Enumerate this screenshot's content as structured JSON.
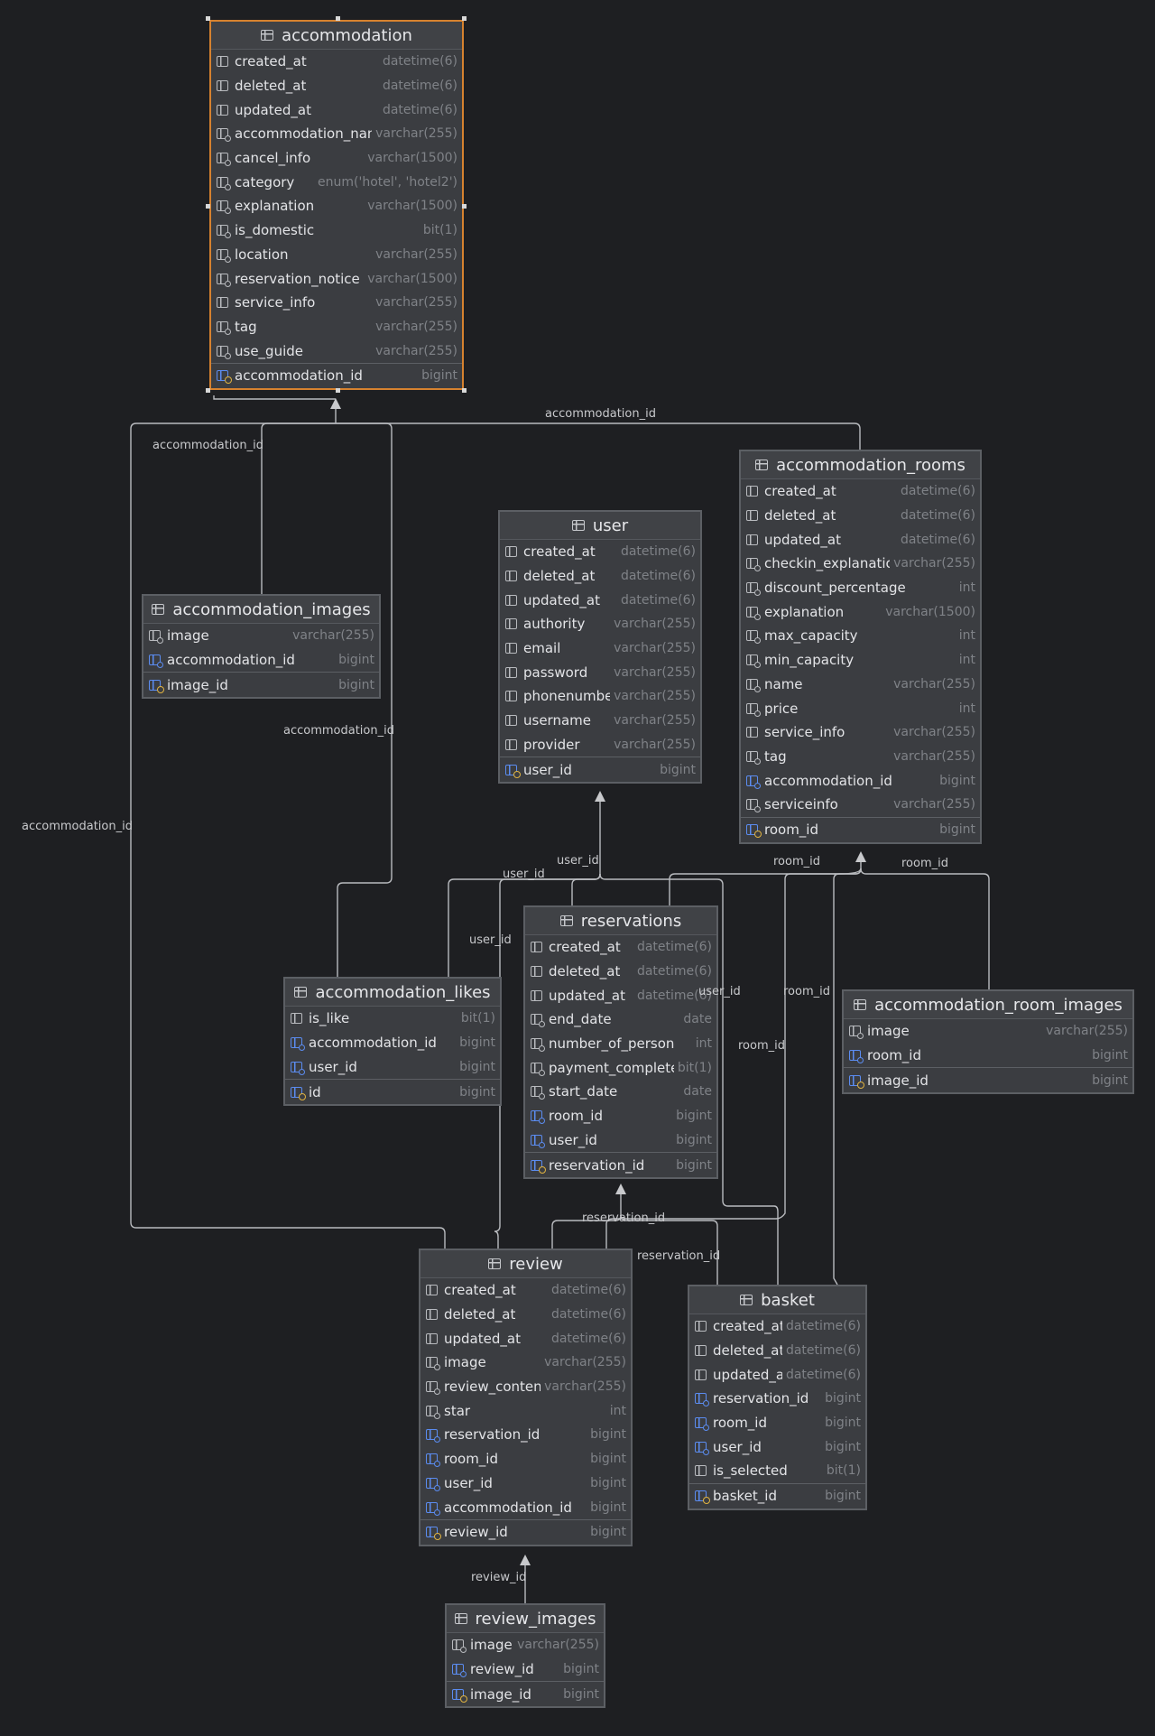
{
  "diagram": {
    "colors": {
      "background": "#1e1f22",
      "selected_border": "#d6822f",
      "fk_icon": "#5b8cf0",
      "pk_key": "#e0b341"
    },
    "tables": [
      {
        "id": "accommodation",
        "title": "accommodation",
        "selected": true,
        "columns": [
          {
            "name": "created_at",
            "type": "datetime(6)",
            "kind": "col"
          },
          {
            "name": "deleted_at",
            "type": "datetime(6)",
            "kind": "col"
          },
          {
            "name": "updated_at",
            "type": "datetime(6)",
            "kind": "col"
          },
          {
            "name": "accommodation_nam",
            "type": "varchar(255)",
            "kind": "idx"
          },
          {
            "name": "cancel_info",
            "type": "varchar(1500)",
            "kind": "idx"
          },
          {
            "name": "category",
            "type": "enum('hotel', 'hotel2')",
            "kind": "idx"
          },
          {
            "name": "explanation",
            "type": "varchar(1500)",
            "kind": "idx"
          },
          {
            "name": "is_domestic",
            "type": "bit(1)",
            "kind": "idx"
          },
          {
            "name": "location",
            "type": "varchar(255)",
            "kind": "idx"
          },
          {
            "name": "reservation_notice",
            "type": "varchar(1500)",
            "kind": "idx"
          },
          {
            "name": "service_info",
            "type": "varchar(255)",
            "kind": "col"
          },
          {
            "name": "tag",
            "type": "varchar(255)",
            "kind": "idx"
          },
          {
            "name": "use_guide",
            "type": "varchar(255)",
            "kind": "idx"
          }
        ],
        "pk": {
          "name": "accommodation_id",
          "type": "bigint"
        }
      },
      {
        "id": "accommodation_images",
        "title": "accommodation_images",
        "selected": false,
        "columns": [
          {
            "name": "image",
            "type": "varchar(255)",
            "kind": "idx"
          },
          {
            "name": "accommodation_id",
            "type": "bigint",
            "kind": "fk"
          }
        ],
        "pk": {
          "name": "image_id",
          "type": "bigint"
        }
      },
      {
        "id": "user",
        "title": "user",
        "selected": false,
        "columns": [
          {
            "name": "created_at",
            "type": "datetime(6)",
            "kind": "col"
          },
          {
            "name": "deleted_at",
            "type": "datetime(6)",
            "kind": "col"
          },
          {
            "name": "updated_at",
            "type": "datetime(6)",
            "kind": "col"
          },
          {
            "name": "authority",
            "type": "varchar(255)",
            "kind": "col"
          },
          {
            "name": "email",
            "type": "varchar(255)",
            "kind": "col"
          },
          {
            "name": "password",
            "type": "varchar(255)",
            "kind": "col"
          },
          {
            "name": "phonenumber",
            "type": "varchar(255)",
            "kind": "col"
          },
          {
            "name": "username",
            "type": "varchar(255)",
            "kind": "col"
          },
          {
            "name": "provider",
            "type": "varchar(255)",
            "kind": "col"
          }
        ],
        "pk": {
          "name": "user_id",
          "type": "bigint"
        }
      },
      {
        "id": "accommodation_rooms",
        "title": "accommodation_rooms",
        "selected": false,
        "columns": [
          {
            "name": "created_at",
            "type": "datetime(6)",
            "kind": "col"
          },
          {
            "name": "deleted_at",
            "type": "datetime(6)",
            "kind": "col"
          },
          {
            "name": "updated_at",
            "type": "datetime(6)",
            "kind": "col"
          },
          {
            "name": "checkin_explanation",
            "type": "varchar(255)",
            "kind": "idx"
          },
          {
            "name": "discount_percentage",
            "type": "int",
            "kind": "idx"
          },
          {
            "name": "explanation",
            "type": "varchar(1500)",
            "kind": "idx"
          },
          {
            "name": "max_capacity",
            "type": "int",
            "kind": "idx"
          },
          {
            "name": "min_capacity",
            "type": "int",
            "kind": "idx"
          },
          {
            "name": "name",
            "type": "varchar(255)",
            "kind": "idx"
          },
          {
            "name": "price",
            "type": "int",
            "kind": "idx"
          },
          {
            "name": "service_info",
            "type": "varchar(255)",
            "kind": "col"
          },
          {
            "name": "tag",
            "type": "varchar(255)",
            "kind": "idx"
          },
          {
            "name": "accommodation_id",
            "type": "bigint",
            "kind": "fk"
          },
          {
            "name": "serviceinfo",
            "type": "varchar(255)",
            "kind": "idx"
          }
        ],
        "pk": {
          "name": "room_id",
          "type": "bigint"
        }
      },
      {
        "id": "reservations",
        "title": "reservations",
        "selected": false,
        "columns": [
          {
            "name": "created_at",
            "type": "datetime(6)",
            "kind": "col"
          },
          {
            "name": "deleted_at",
            "type": "datetime(6)",
            "kind": "col"
          },
          {
            "name": "updated_at",
            "type": "datetime(6)",
            "kind": "col"
          },
          {
            "name": "end_date",
            "type": "date",
            "kind": "idx"
          },
          {
            "name": "number_of_person",
            "type": "int",
            "kind": "idx"
          },
          {
            "name": "payment_completed",
            "type": "bit(1)",
            "kind": "idx"
          },
          {
            "name": "start_date",
            "type": "date",
            "kind": "idx"
          },
          {
            "name": "room_id",
            "type": "bigint",
            "kind": "fk"
          },
          {
            "name": "user_id",
            "type": "bigint",
            "kind": "fk"
          }
        ],
        "pk": {
          "name": "reservation_id",
          "type": "bigint"
        }
      },
      {
        "id": "accommodation_likes",
        "title": "accommodation_likes",
        "selected": false,
        "columns": [
          {
            "name": "is_like",
            "type": "bit(1)",
            "kind": "col"
          },
          {
            "name": "accommodation_id",
            "type": "bigint",
            "kind": "fk"
          },
          {
            "name": "user_id",
            "type": "bigint",
            "kind": "fk"
          }
        ],
        "pk": {
          "name": "id",
          "type": "bigint"
        }
      },
      {
        "id": "accommodation_room_images",
        "title": "accommodation_room_images",
        "selected": false,
        "columns": [
          {
            "name": "image",
            "type": "varchar(255)",
            "kind": "idx"
          },
          {
            "name": "room_id",
            "type": "bigint",
            "kind": "fk"
          }
        ],
        "pk": {
          "name": "image_id",
          "type": "bigint"
        }
      },
      {
        "id": "review",
        "title": "review",
        "selected": false,
        "columns": [
          {
            "name": "created_at",
            "type": "datetime(6)",
            "kind": "col"
          },
          {
            "name": "deleted_at",
            "type": "datetime(6)",
            "kind": "col"
          },
          {
            "name": "updated_at",
            "type": "datetime(6)",
            "kind": "col"
          },
          {
            "name": "image",
            "type": "varchar(255)",
            "kind": "idx"
          },
          {
            "name": "review_content",
            "type": "varchar(255)",
            "kind": "idx"
          },
          {
            "name": "star",
            "type": "int",
            "kind": "idx"
          },
          {
            "name": "reservation_id",
            "type": "bigint",
            "kind": "fk"
          },
          {
            "name": "room_id",
            "type": "bigint",
            "kind": "fk"
          },
          {
            "name": "user_id",
            "type": "bigint",
            "kind": "fk"
          },
          {
            "name": "accommodation_id",
            "type": "bigint",
            "kind": "fk"
          }
        ],
        "pk": {
          "name": "review_id",
          "type": "bigint"
        }
      },
      {
        "id": "basket",
        "title": "basket",
        "selected": false,
        "columns": [
          {
            "name": "created_at",
            "type": "datetime(6)",
            "kind": "col"
          },
          {
            "name": "deleted_at",
            "type": "datetime(6)",
            "kind": "col"
          },
          {
            "name": "updated_at",
            "type": "datetime(6)",
            "kind": "col"
          },
          {
            "name": "reservation_id",
            "type": "bigint",
            "kind": "fk"
          },
          {
            "name": "room_id",
            "type": "bigint",
            "kind": "fk"
          },
          {
            "name": "user_id",
            "type": "bigint",
            "kind": "fk"
          },
          {
            "name": "is_selected",
            "type": "bit(1)",
            "kind": "col"
          }
        ],
        "pk": {
          "name": "basket_id",
          "type": "bigint"
        }
      },
      {
        "id": "review_images",
        "title": "review_images",
        "selected": false,
        "columns": [
          {
            "name": "image",
            "type": "varchar(255)",
            "kind": "idx"
          },
          {
            "name": "review_id",
            "type": "bigint",
            "kind": "fk"
          }
        ],
        "pk": {
          "name": "image_id",
          "type": "bigint"
        }
      }
    ],
    "edge_labels": [
      "accommodation_id",
      "accommodation_id",
      "accommodation_id",
      "accommodation_id",
      "user_id",
      "user_id",
      "user_id",
      "user_id",
      "room_id",
      "room_id",
      "room_id",
      "room_id",
      "reservation_id",
      "reservation_id",
      "review_id"
    ]
  }
}
